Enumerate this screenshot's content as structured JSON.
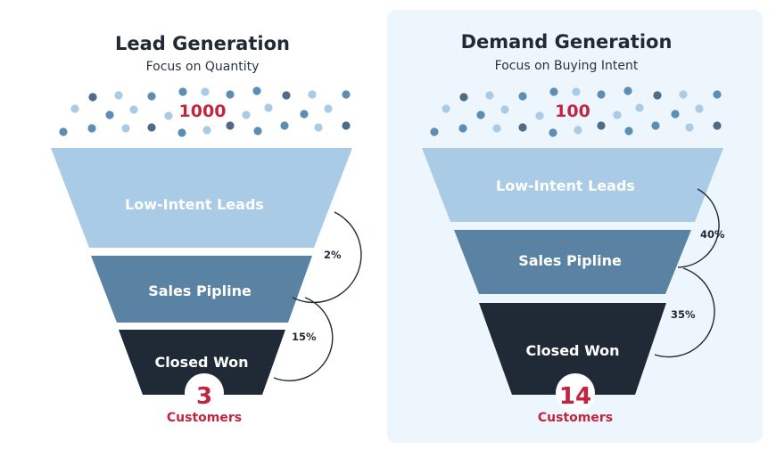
{
  "left": {
    "title": "Lead Generation",
    "subtitle": "Focus on Quantity",
    "count": "1000",
    "stages": [
      "Low-Intent Leads",
      "Sales Pipline",
      "Closed Won"
    ],
    "rates": [
      "2%",
      "15%"
    ],
    "result_number": "3",
    "result_label": "Customers"
  },
  "right": {
    "title": "Demand Generation",
    "subtitle": "Focus on Buying Intent",
    "count": "100",
    "stages": [
      "Low-Intent Leads",
      "Sales Pipline",
      "Closed Won"
    ],
    "rates": [
      "40%",
      "35%"
    ],
    "result_number": "14",
    "result_label": "Customers"
  },
  "colors": {
    "stage_top": "#a9cbe6",
    "stage_middle": "#5a82a3",
    "stage_bottom": "#1f2a36",
    "accent": "#c2253f",
    "panel_background": "#eef6fd"
  }
}
